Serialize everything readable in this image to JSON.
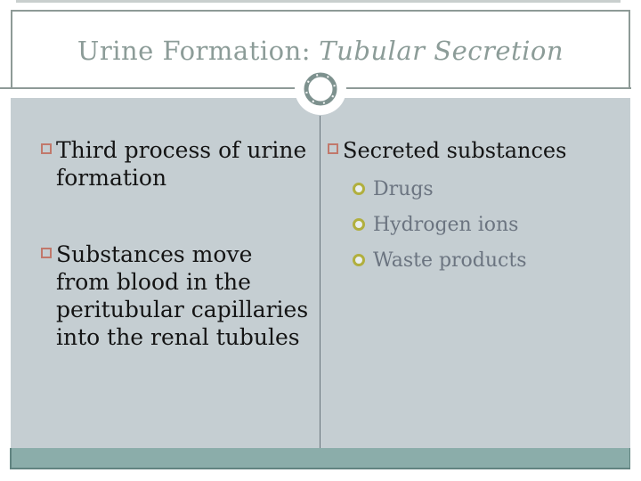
{
  "title": {
    "regular": "Urine Formation:",
    "italic": "Tubular Secretion"
  },
  "left_column": {
    "bullets": [
      "Third process of urine formation",
      "Substances move from blood in the peritubular capillaries into the renal tubules"
    ]
  },
  "right_column": {
    "heading": "Secreted substances",
    "sub_bullets": [
      "Drugs",
      "Hydrogen ions",
      "Waste products"
    ]
  },
  "icons": {
    "ornament": "ring-ornament",
    "level1_bullet": "hollow-square",
    "level2_bullet": "hollow-circle"
  },
  "colors": {
    "background": "#ffffff",
    "content_background": "#c5ced2",
    "title_text": "#8c9c98",
    "header_border": "#8e9a97",
    "ring_ornament": "#7d918e",
    "square_bullet": "#c1786b",
    "circle_bullet": "#b1af3e",
    "body_text": "#141414",
    "sub_text": "#6b7480",
    "column_divider": "#66737a",
    "bottom_bar": "#8badaa",
    "bottom_bar_edge": "#628481"
  }
}
